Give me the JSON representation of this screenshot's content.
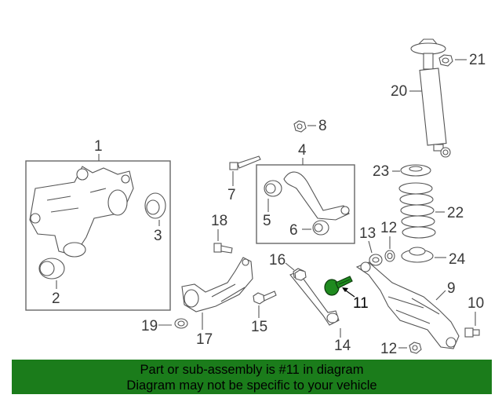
{
  "callouts": {
    "n1": "1",
    "n2": "2",
    "n3": "3",
    "n4": "4",
    "n5": "5",
    "n6": "6",
    "n7": "7",
    "n8": "8",
    "n9": "9",
    "n10": "10",
    "n11": "11",
    "n12a": "12",
    "n12b": "12",
    "n13": "13",
    "n14": "14",
    "n15": "15",
    "n16": "16",
    "n17": "17",
    "n18": "18",
    "n19": "19",
    "n20": "20",
    "n21": "21",
    "n22": "22",
    "n23": "23",
    "n24": "24"
  },
  "banner": {
    "line1": "Part or sub-assembly is #11 in diagram",
    "line2": "Diagram may not be specific to your vehicle"
  },
  "colors": {
    "banner_bg": "#1b7c1b",
    "highlight_part": "#1f8a1f"
  }
}
